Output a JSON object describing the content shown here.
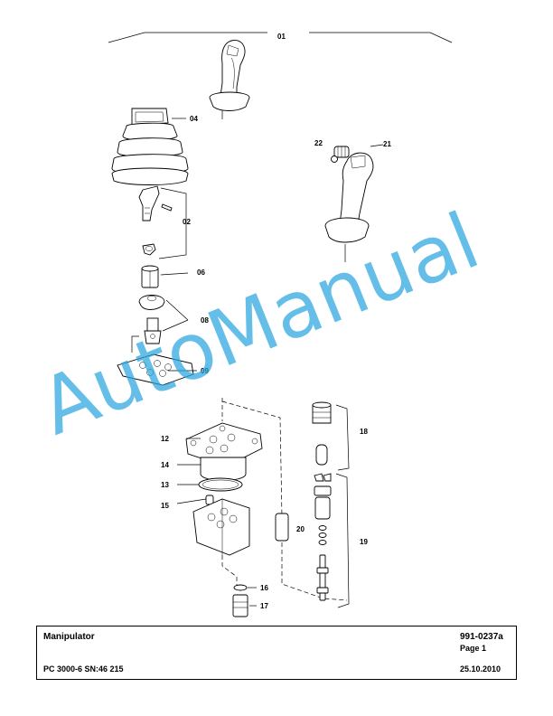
{
  "diagram": {
    "callouts": {
      "c01": "01",
      "c02": "02",
      "c04": "04",
      "c06": "06",
      "c08": "08",
      "c09": "09",
      "c12": "12",
      "c13": "13",
      "c14": "14",
      "c15": "15",
      "c16": "16",
      "c17": "17",
      "c18": "18",
      "c19": "19",
      "c20": "20",
      "c21": "21",
      "c22": "22"
    },
    "watermark": "AutoManual",
    "watermark_color": "#2aa6e0"
  },
  "title_block": {
    "title": "Manipulator",
    "doc_number": "991-0237a",
    "page": "Page 1",
    "model": "PC 3000-6 SN:46 215",
    "date": "25.10.2010"
  }
}
